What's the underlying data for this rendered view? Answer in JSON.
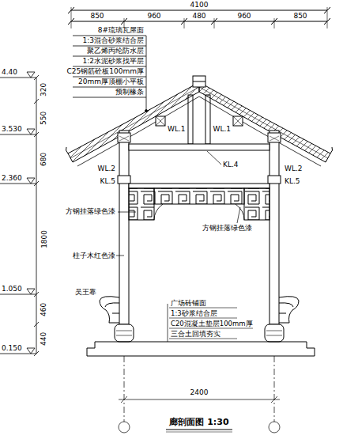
{
  "diagram": {
    "caption": "廊剖面图 1:30",
    "labels": [
      "4100",
      "850",
      "960",
      "480",
      "960",
      "850",
      "8#琉璃瓦屋面",
      "1:3混合砂浆结合层",
      "聚乙烯丙纶防水层",
      "1:2水泥砂浆找平层",
      "C25钢筋砼板100mm厚",
      "20mm厚顶棚小平板",
      "预制椽条",
      "4.40",
      "3.530",
      "2.360",
      "1.050",
      "0.150",
      "320",
      "550",
      "680",
      "1800",
      "460",
      "440",
      "WL.1",
      "WL.1",
      "WL.2",
      "KL.5",
      "WL.2",
      "KL.5",
      "KL.4",
      "方钢挂落绿色漆",
      "方钢挂落绿色漆",
      "柱子木红色漆",
      "吴王靠",
      "广场砖铺面",
      "1:3砂浆结合层",
      "C20混凝土垫层100mm厚",
      "三合土回填夯实",
      "2400"
    ]
  }
}
